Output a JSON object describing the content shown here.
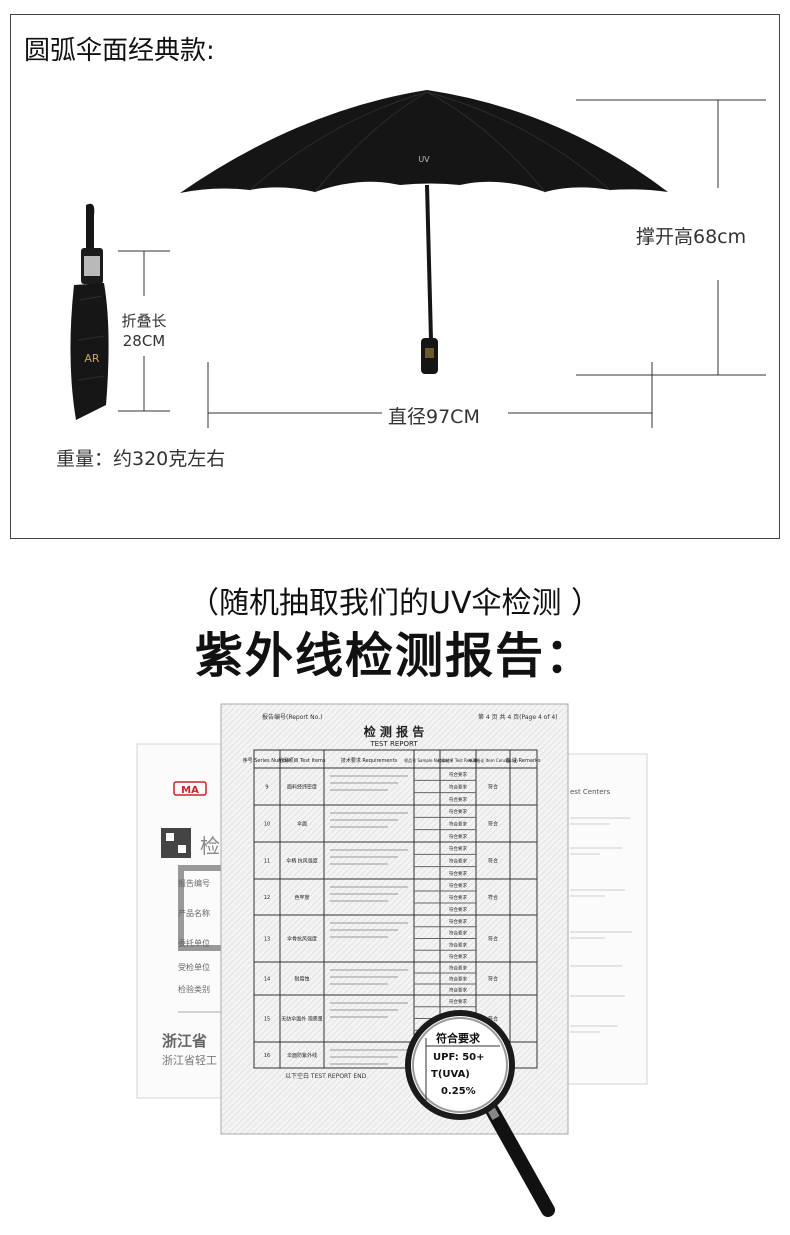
{
  "spec": {
    "title": "圆弧伞面经典款:",
    "open_height": "撑开高68cm",
    "folded_length_line1": "折叠长",
    "folded_length_line2": "28CM",
    "diameter": "直径97CM",
    "weight": "重量：约320克左右",
    "umbrella_logo": "UV",
    "folded_logo": "AR"
  },
  "report_section": {
    "subtitle": "（随机抽取我们的UV伞检测 ）",
    "headline": "紫外线检测报告："
  },
  "report": {
    "header_left": "报告编号(Report No.)",
    "header_right": "第 4 页 共 4 页(Page 4 of 4)",
    "title_cn": "检 测 报 告",
    "title_en": "TEST REPORT",
    "columns": [
      "序号 Series Number",
      "检测项目 Test Items",
      "技术要求 Requirements",
      "样品号 Sample Number",
      "检测结果 Test Results",
      "单项结论 Item Conclusion",
      "备 注 Remarks"
    ],
    "row_numbers": [
      "9",
      "10",
      "11",
      "12",
      "13",
      "14",
      "15",
      "16"
    ],
    "row_items": [
      "面料经纬密度",
      "伞面",
      "伞柄 抗风强度",
      "色牢度",
      "伞骨抗风强度",
      "耐腐蚀",
      "无纺伞面外 观质量",
      "伞面防紫外线"
    ],
    "result_text": "符合要求",
    "conclusion_text": "符合",
    "end_text": "以下空白  TEST REPORT END",
    "magnifier": {
      "heading": "符合要求",
      "line1": "UPF: 50+",
      "line2": "T(UVA)",
      "line3": "0.25%"
    },
    "left_page": {
      "logo": "MA",
      "label_1": "检",
      "province": "浙江省",
      "org": "浙江省轻工",
      "fields": [
        "报告编号",
        "产品名称",
        "委托单位",
        "受检单位",
        "检验类别"
      ]
    },
    "right_page": {
      "header": "est Centers"
    }
  },
  "colors": {
    "umbrella": "#151515",
    "border": "#444444",
    "accent_red": "#c8252b",
    "paper": "#f7f7f7"
  }
}
